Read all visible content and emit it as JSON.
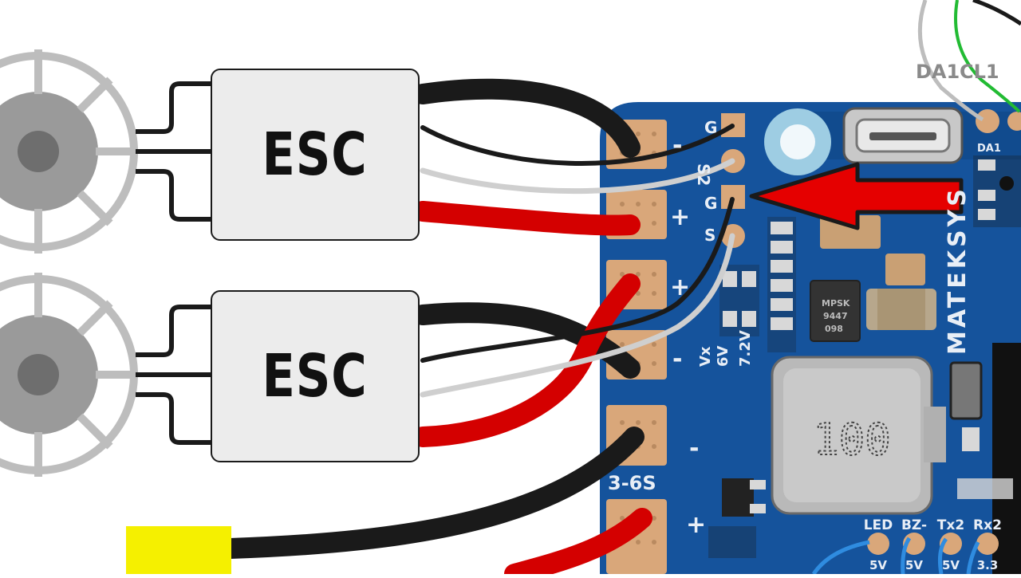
{
  "esc_units": [
    {
      "label": "ESC"
    },
    {
      "label": "ESC"
    }
  ],
  "board": {
    "brand": "MATEKSYS",
    "inductor_marking": "100",
    "chip_marking_lines": [
      "MPSK",
      "9447",
      "098"
    ],
    "vx_labels": [
      "Vx",
      "6V",
      "7.2V"
    ],
    "signal_pin_labels": [
      "G",
      "S2",
      "G",
      "S"
    ],
    "pad_polarity_labels": [
      "-",
      "+",
      "+",
      "-",
      "-",
      "+"
    ],
    "battery_label": "3-6S",
    "top_pin_labels": [
      "DA1",
      "CL1"
    ],
    "silk_da1": "DA1",
    "bottom_header_labels": [
      "LED",
      "BZ-",
      "Tx2",
      "Rx2"
    ],
    "bottom_header_values": [
      "5V",
      "5V",
      "5V",
      "3.3"
    ]
  },
  "colors": {
    "board_blue": "#15539c",
    "wire_black": "#1a1a1a",
    "wire_red": "#d40000",
    "wire_white": "#cfcfcf",
    "wire_green": "#22bb33",
    "pad_copper": "#d9a77a",
    "arrow_red": "#e50000",
    "battery_yellow": "#f5f000"
  }
}
